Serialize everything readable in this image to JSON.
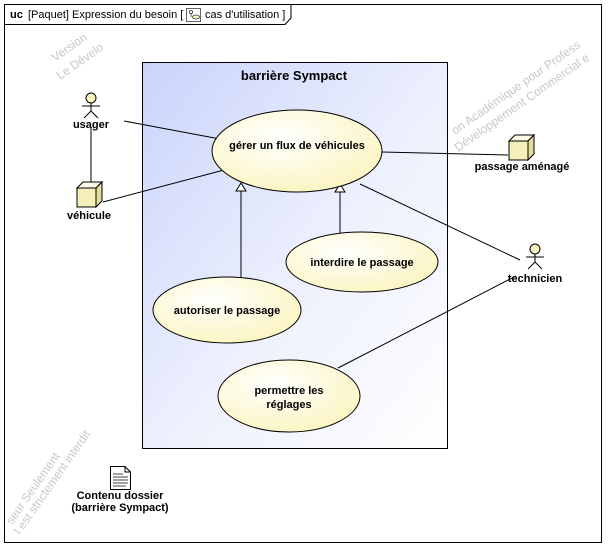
{
  "frame": {
    "tag": "uc",
    "title_before_icon": "[Paquet] Expression du besoin [",
    "title_after_icon": "cas d'utilisation ]"
  },
  "system": {
    "name": "barrière Sympact"
  },
  "actors": {
    "usager": "usager",
    "vehicule": "véhicule",
    "passage": "passage aménagé",
    "technicien": "technicien"
  },
  "usecases": {
    "gerer": "gérer un flux de véhicules",
    "interdire": "interdire le passage",
    "autoriser": "autoriser le passage",
    "reglages_line1": "permettre les",
    "reglages_line2": "réglages"
  },
  "document": {
    "line1": "Contenu dossier",
    "line2": "(barrière Sympact)"
  },
  "watermarks": {
    "top_left_1": "Version",
    "top_left_2": "Le Dévelo",
    "right_1": "on Académique pour Profess",
    "right_2": "Développement Commercial e",
    "bottom_left_1": "seur Seulement",
    "bottom_left_2": "l est strictement interdit"
  }
}
